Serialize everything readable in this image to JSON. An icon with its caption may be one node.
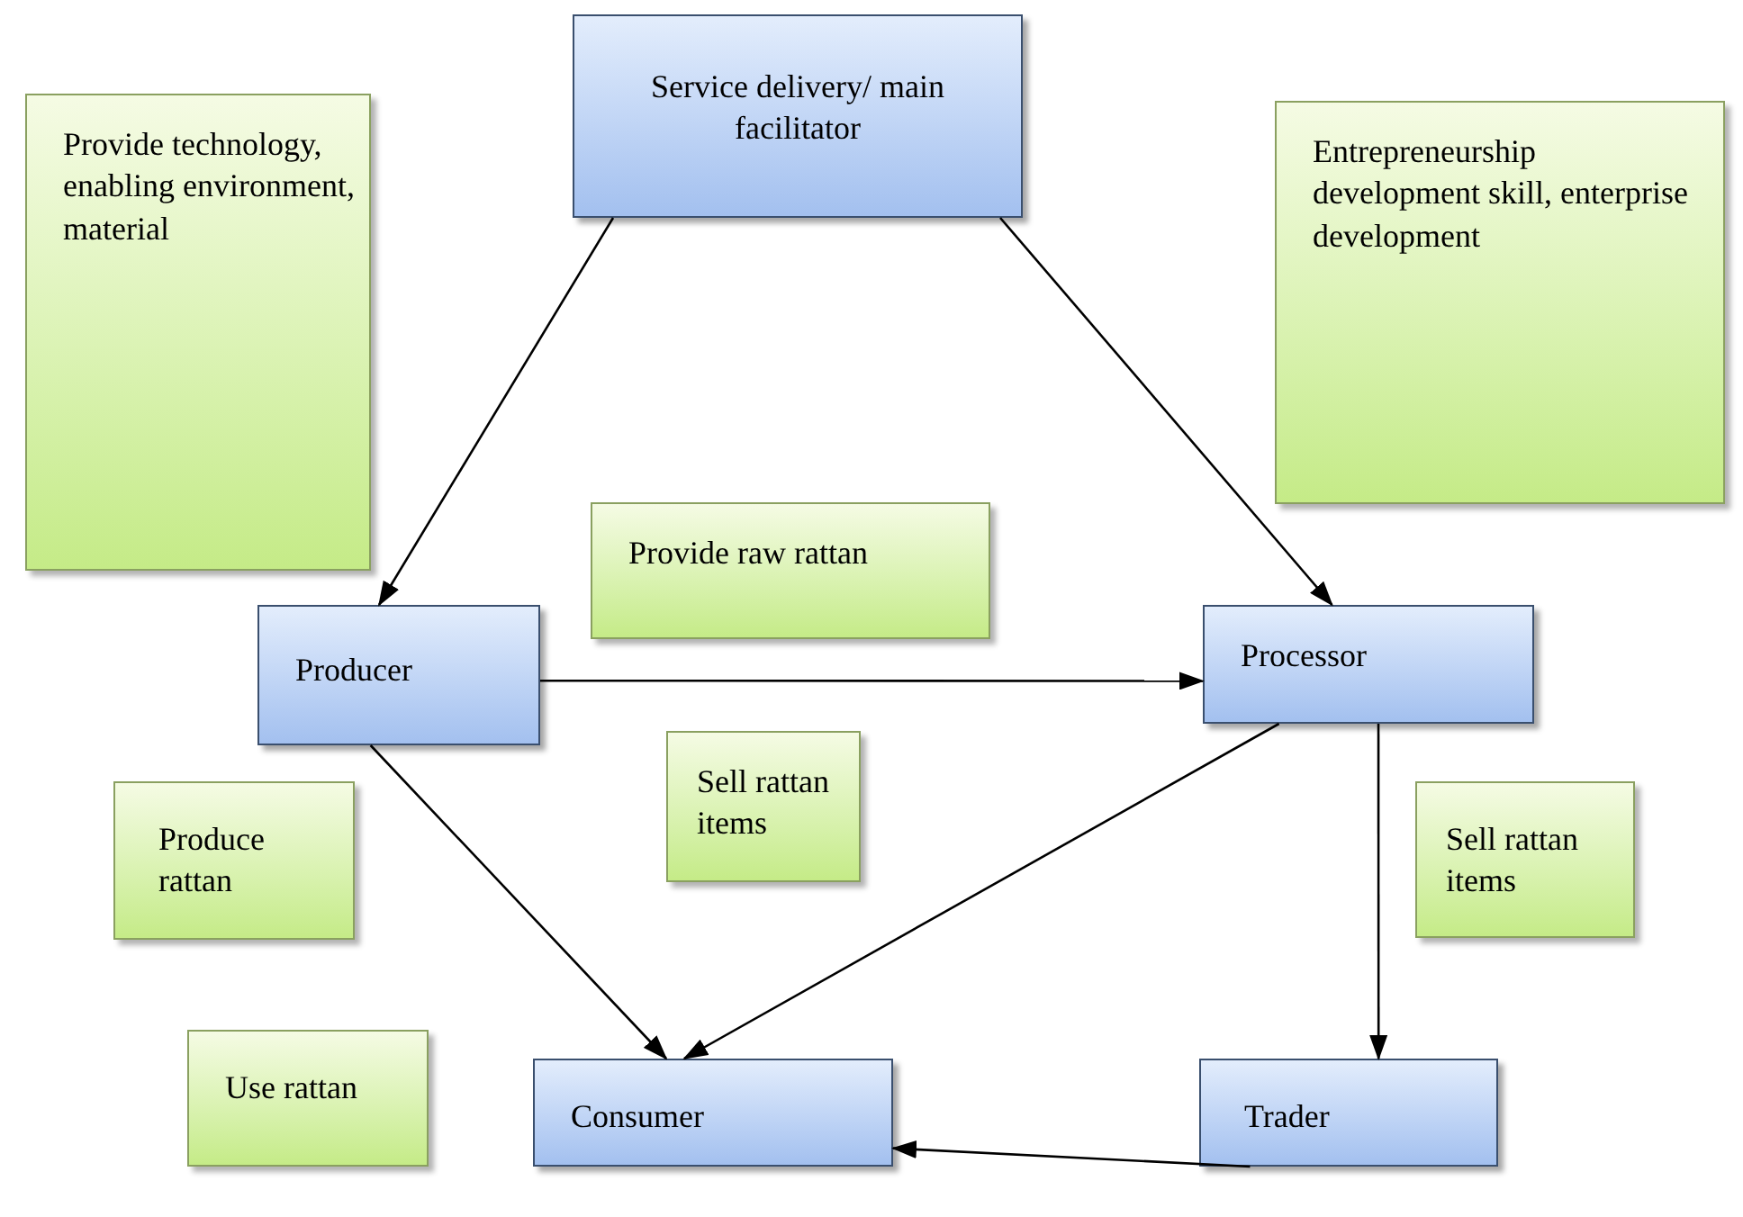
{
  "diagram": {
    "nodes": [
      {
        "text": [
          "Service delivery/ main facilitator"
        ]
      },
      {
        "text": [
          "Provide technology, enabling environment, material"
        ]
      },
      {
        "text": [
          "Entrepreneurship development skill, enterprise development"
        ]
      },
      {
        "text": [
          "Provide raw rattan"
        ]
      },
      {
        "text": [
          "Producer"
        ]
      },
      {
        "text": [
          "Processor"
        ]
      },
      {
        "text": [
          "Sell rattan items"
        ]
      },
      {
        "text": [
          "Produce rattan"
        ]
      },
      {
        "text": [
          "Sell rattan items"
        ]
      },
      {
        "text": [
          "Use rattan"
        ]
      },
      {
        "text": [
          "Consumer"
        ]
      },
      {
        "text": [
          "Trader"
        ]
      }
    ],
    "edges": [
      {
        "from": 0,
        "to": 4,
        "arrow": "to"
      },
      {
        "from": 0,
        "to": 5,
        "arrow": "to"
      },
      {
        "from": 4,
        "to": 5,
        "arrow": "to"
      },
      {
        "from": 4,
        "to": 10,
        "arrow": "to"
      },
      {
        "from": 5,
        "to": 10,
        "arrow": "to"
      },
      {
        "from": 5,
        "to": 11,
        "arrow": "to"
      },
      {
        "from": 11,
        "to": 10,
        "arrow": "to"
      }
    ]
  }
}
